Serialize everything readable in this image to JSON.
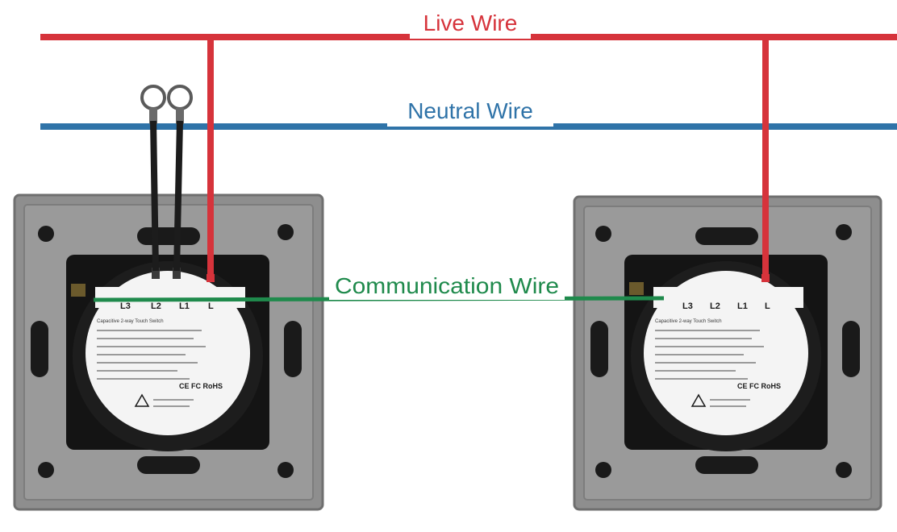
{
  "labels": {
    "live": "Live Wire",
    "neutral": "Neutral Wire",
    "communication": "Communication Wire"
  },
  "colors": {
    "live": "#d6333b",
    "neutral": "#2f73a8",
    "communication": "#1f8a4c",
    "device_wire": "#1c1c1c",
    "plate": "#8e8e8e",
    "module": "#141414",
    "sticker": "#f4f4f4"
  },
  "switches": [
    {
      "terminals": [
        "L3",
        "L2",
        "L1",
        "L"
      ],
      "sticker_title": "Capacitive 2-way Touch Switch",
      "certifications": "CE FC RoHS"
    },
    {
      "terminals": [
        "L3",
        "L2",
        "L1",
        "L"
      ],
      "sticker_title": "Capacitive 2-way Touch Switch",
      "certifications": "CE FC RoHS"
    }
  ]
}
